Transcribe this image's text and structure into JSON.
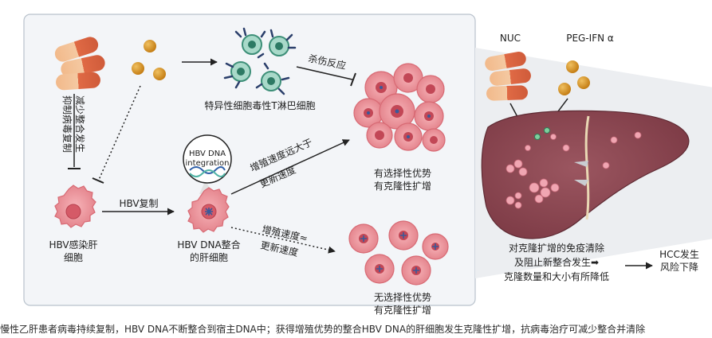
{
  "labels": {
    "ctl": "特异性细胞毒性T淋巴细胞",
    "kill": "杀伤反应",
    "suppress": "抑制病毒复制\n减少整合发生",
    "hbv_cell": "HBV感染肝\n细胞",
    "replicate": "HBV复制",
    "integration_bubble": "HBV DNA\nintegration",
    "integrated_cell": "HBV DNA整合\n的肝细胞",
    "faster": "增殖速度远大于\n更新速度",
    "selective": "有选择性优势\n有克隆性扩增",
    "equal": "增殖速度≈\n更新速度",
    "non_selective": "无选择性优势\n有克隆性扩增",
    "nuc": "NUC",
    "peg": "PEG-IFN α",
    "immune_clear": "对克隆扩增的免疫清除\n及阻止新整合发生➡\n克隆数量和大小有所降低",
    "hcc": "HCC发生\n风险下降"
  },
  "caption": "慢性乙肝患者病毒持续复制，HBV DNA不断整合到宿主DNA中；获得增殖优势的整合HBV DNA的肝细胞发生克隆性扩增，抗病毒治疗可减少整合并清除"
}
